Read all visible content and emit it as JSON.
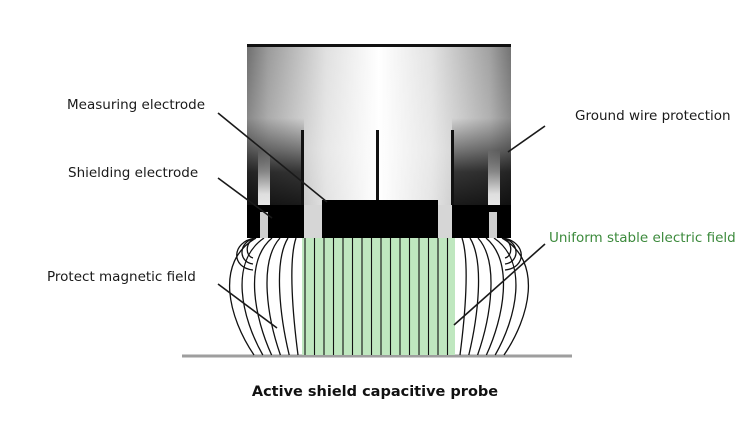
{
  "labels": {
    "measuring_electrode": "Measuring electrode",
    "shielding_electrode": "Shielding electrode",
    "protect_magnetic_field": "Protect magnetic field",
    "ground_wire_protection": "Ground wire protection",
    "uniform_field": "Uniform stable electric field"
  },
  "caption": "Active shield capacitive probe",
  "colors": {
    "uniform_field_text": "#3c8a3c",
    "field_band_fill": "#bfe7bf",
    "field_lines": "#111111",
    "ground_plate": "#9e9e9e"
  }
}
